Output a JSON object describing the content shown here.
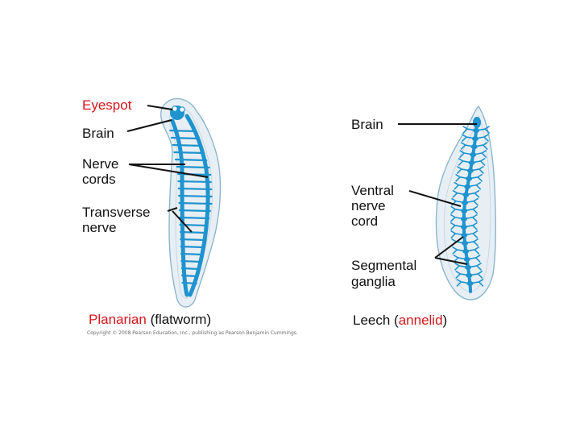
{
  "planarian": {
    "labels": {
      "eyespot": "Eyespot",
      "brain": "Brain",
      "nerve_cords_1": "Nerve",
      "nerve_cords_2": "cords",
      "transverse_1": "Transverse",
      "transverse_2": "nerve"
    },
    "caption": {
      "name": "Planarian",
      "type": "(flatworm)"
    },
    "copyright": "Copyright © 2008 Pearson Education, Inc., publishing as Pearson Benjamin Cummings."
  },
  "leech": {
    "labels": {
      "brain": "Brain",
      "ventral_1": "Ventral",
      "ventral_2": "nerve",
      "ventral_3": "cord",
      "segmental_1": "Segmental",
      "segmental_2": "ganglia"
    },
    "caption": {
      "name": "Leech (",
      "type": "annelid",
      "close": ")"
    }
  },
  "colors": {
    "nerve": "#1f93cf",
    "body_fill": "#e8eff4",
    "body_outline": "#8ab6cd",
    "highlight": "#d4161c"
  }
}
